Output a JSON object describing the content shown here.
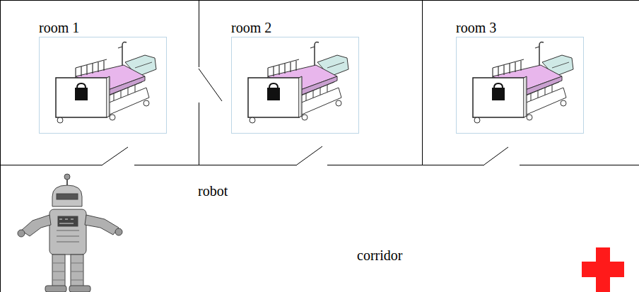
{
  "diagram": {
    "nodes": [
      {
        "text": [
          "room 1"
        ]
      },
      {
        "text": [
          "room 2"
        ]
      },
      {
        "text": [
          "room 3"
        ]
      },
      {
        "text": [
          "corridor"
        ]
      }
    ],
    "labels": [
      "robot"
    ]
  }
}
